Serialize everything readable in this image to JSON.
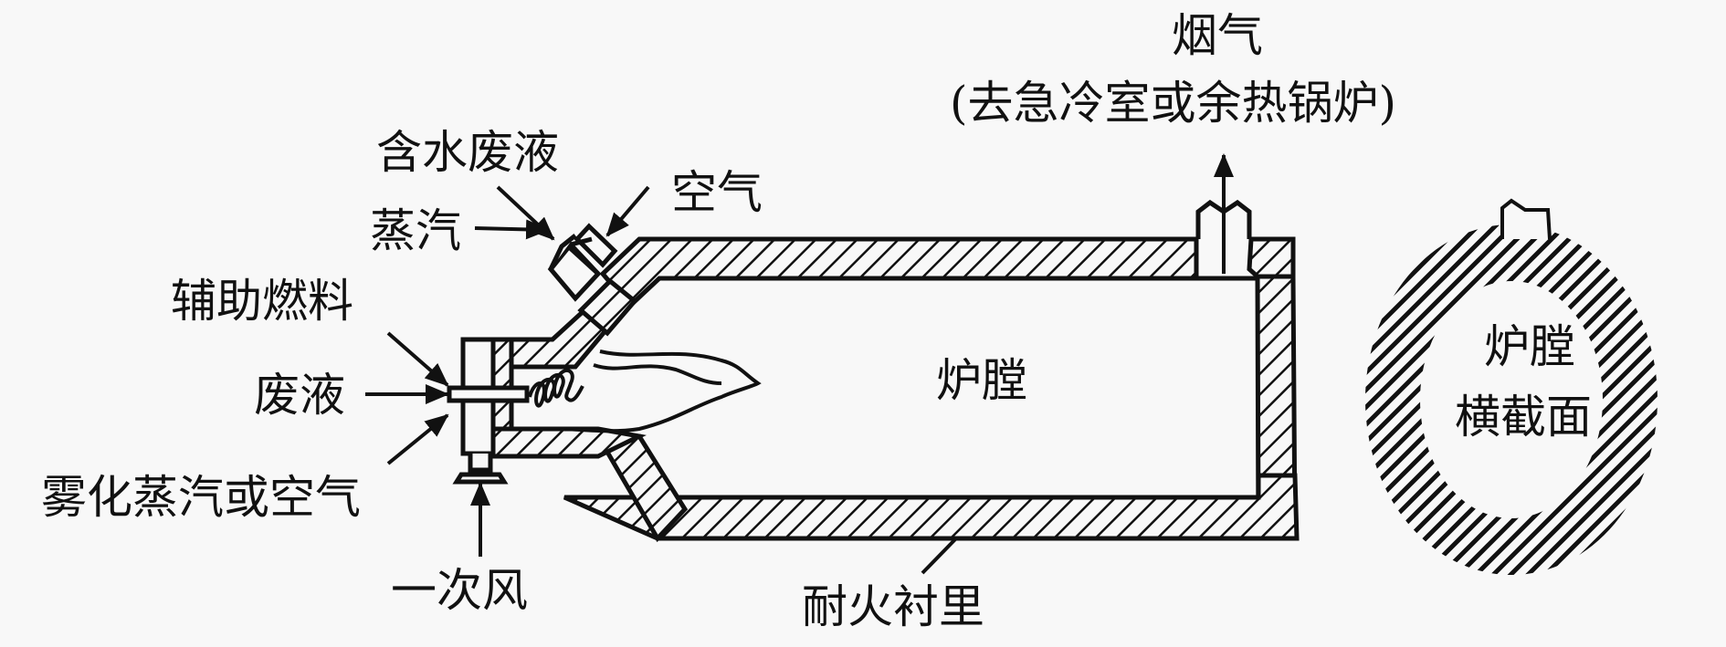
{
  "diagram": {
    "title": "液体废物焚烧炉示意图",
    "labels": {
      "flue_gas": "烟气",
      "flue_gas_destination": "(去急冷室或余热锅炉)",
      "aqueous_waste": "含水废液",
      "air": "空气",
      "steam": "蒸汽",
      "auxiliary_fuel": "辅助燃料",
      "waste_liquid": "废液",
      "atomizing_medium": "雾化蒸汽或空气",
      "primary_air": "一次风",
      "furnace_chamber": "炉膛",
      "refractory_lining": "耐火衬里",
      "cross_section_line1": "炉膛",
      "cross_section_line2": "横截面"
    },
    "colors": {
      "ink": "#111111",
      "background": "#f8f8f8"
    }
  }
}
